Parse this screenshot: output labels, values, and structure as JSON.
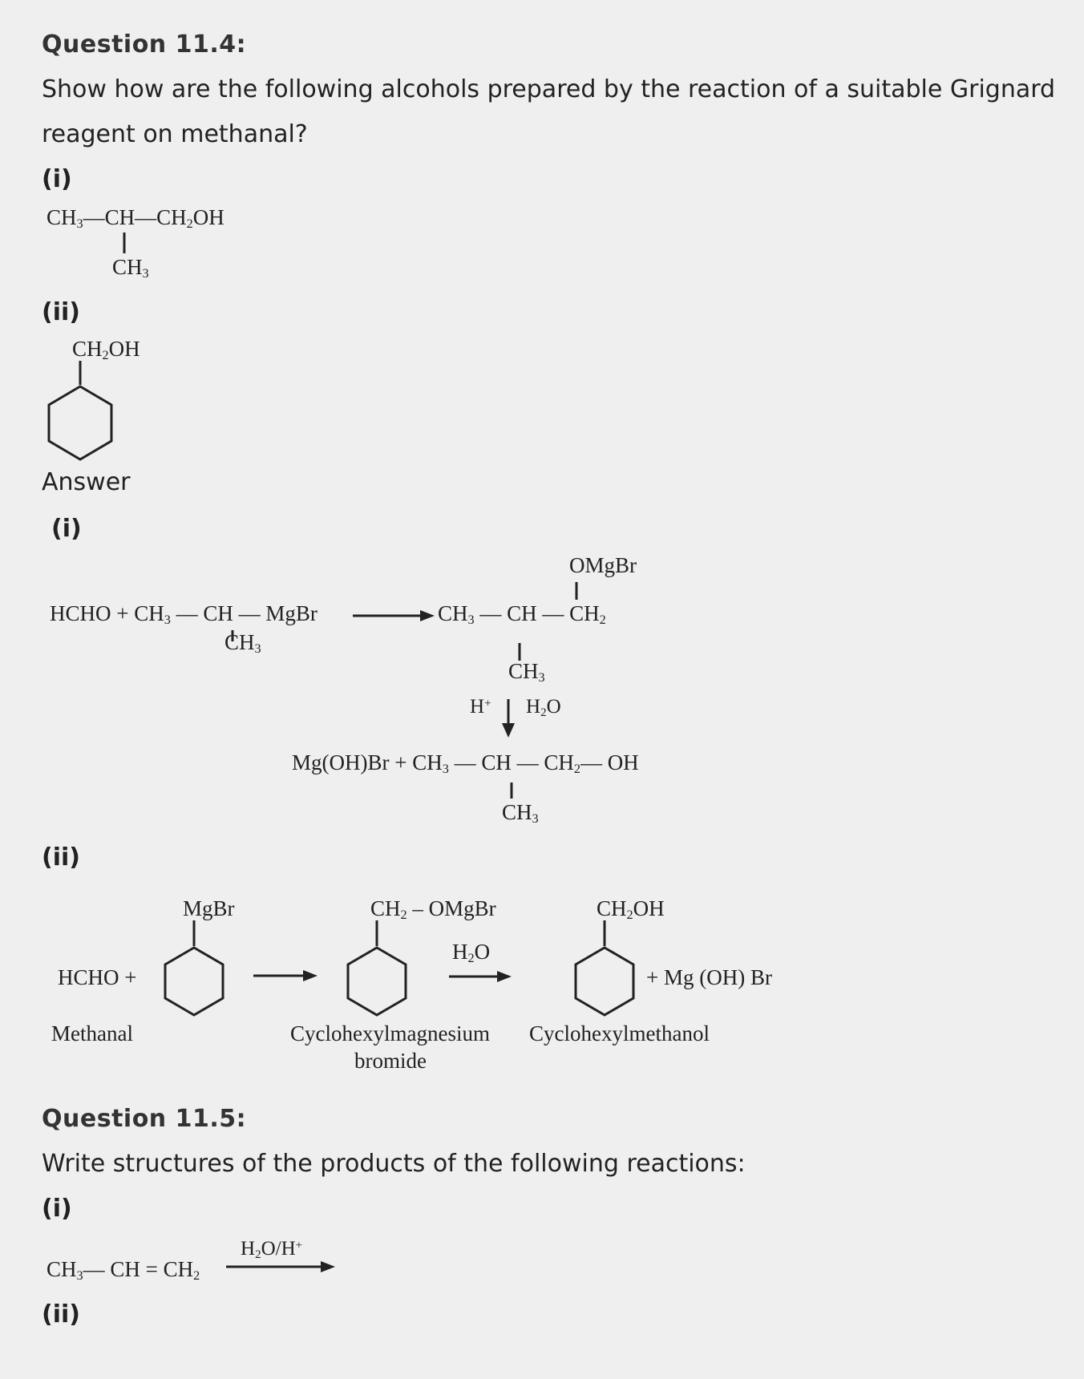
{
  "q4": {
    "heading": "Question 11.4:",
    "line1": "Show how are the following alcohols prepared by the reaction of a suitable Grignard",
    "line2": "reagent on methanal?",
    "label_i": "(i)",
    "label_ii": "(ii)"
  },
  "answer": {
    "heading": "Answer",
    "label_i": "(i)",
    "label_ii": "(ii)",
    "methanal_label": "Methanal",
    "intermediate_label_l1": "Cyclohexylmagnesium",
    "intermediate_label_l2": "bromide",
    "product_label": "Cyclohexylmethanol"
  },
  "q5": {
    "heading": "Question 11.5:",
    "line1": "Write structures of the products of the following reactions:",
    "label_i": "(i)",
    "label_ii": "(ii)"
  }
}
